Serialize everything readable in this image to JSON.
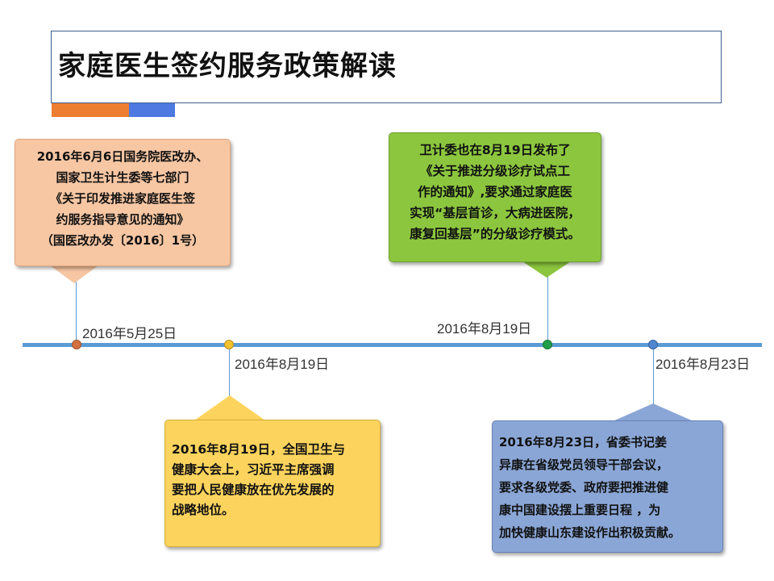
{
  "slide": {
    "title": "家庭医生签约服务政策解读"
  },
  "timeline": {
    "events": [
      {
        "date": "2016年5月25日",
        "color": "#d4703f"
      },
      {
        "date": "2016年8月19日",
        "color": "#f2c12e"
      },
      {
        "date": "2016年8月19日",
        "color": "#1f9e4a"
      },
      {
        "date": "2016年8月23日",
        "color": "#4f86d0"
      }
    ]
  },
  "callouts": {
    "orange": {
      "text": "2016年6月6日国务院医改办、\n国家卫生计生委等七部门\n《关于印发推进家庭医生签\n约服务指导意见的通知》\n（国医改办发〔2016〕1号）",
      "color": "#f7c6a3"
    },
    "green": {
      "text": "卫计委也在8月19日发布了\n《关于推进分级诊疗试点工\n作的通知》,要求通过家庭医\n实现“基层首诊，大病进医院，\n康复回基层”的分级诊疗模式。",
      "color": "#8cc63e"
    },
    "yellow": {
      "text": "2016年8月19日，全国卫生与\n健康大会上，习近平主席强调\n要把人民健康放在优先发展的\n战略地位。",
      "color": "#fcd45d"
    },
    "blue": {
      "text": "2016年8月23日，省委书记姜\n异康在省级党员领导干部会议，\n要求各级党委、政府要把推进健\n康中国建设摆上重要日程 ，为\n加快健康山东建设作出积极贡献。",
      "color": "#8aa6d6"
    }
  },
  "accent": {
    "orange": "#ed7d31",
    "blue": "#4d79e0",
    "line": "#5b9bd5"
  }
}
